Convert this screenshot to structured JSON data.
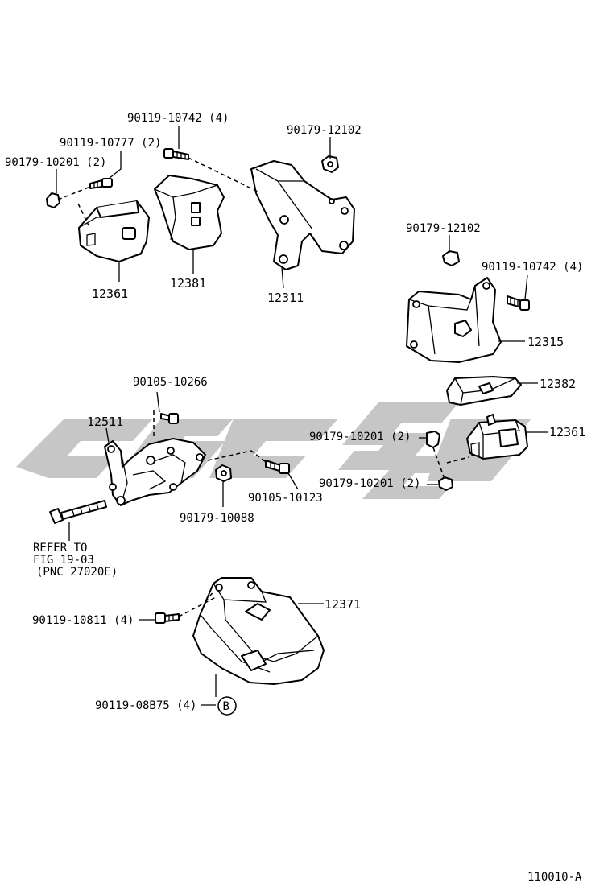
{
  "diagram_id": "110010-A",
  "watermark_color": "#c6c6c6",
  "ink_color": "#000000",
  "labels": {
    "b_90119_10742_top": "90119-10742 (4)",
    "b_90119_10777": "90119-10777 (2)",
    "b_90179_10201_top": "90179-10201 (2)",
    "b_90179_12102_top": "90179-12102",
    "p_12361_left": "12361",
    "p_12381": "12381",
    "p_12311": "12311",
    "b_90179_12102_right": "90179-12102",
    "b_90119_10742_right": "90119-10742 (4)",
    "p_12315": "12315",
    "p_12382": "12382",
    "b_90105_10266": "90105-10266",
    "p_12511": "12511",
    "p_12361_right": "12361",
    "b_90179_10201_mid": "90179-10201 (2)",
    "b_90179_10201_low": "90179-10201 (2)",
    "b_90105_10123": "90105-10123",
    "b_90179_10088": "90179-10088",
    "refer_line1": "REFER TO",
    "refer_line2": "FIG 19-03",
    "refer_line3": "(PNC 27020E)",
    "p_12371": "12371",
    "b_90119_10811": "90119-10811 (4)",
    "b_90119_08b75": "90119-08B75 (4)",
    "callout_b": "B"
  }
}
